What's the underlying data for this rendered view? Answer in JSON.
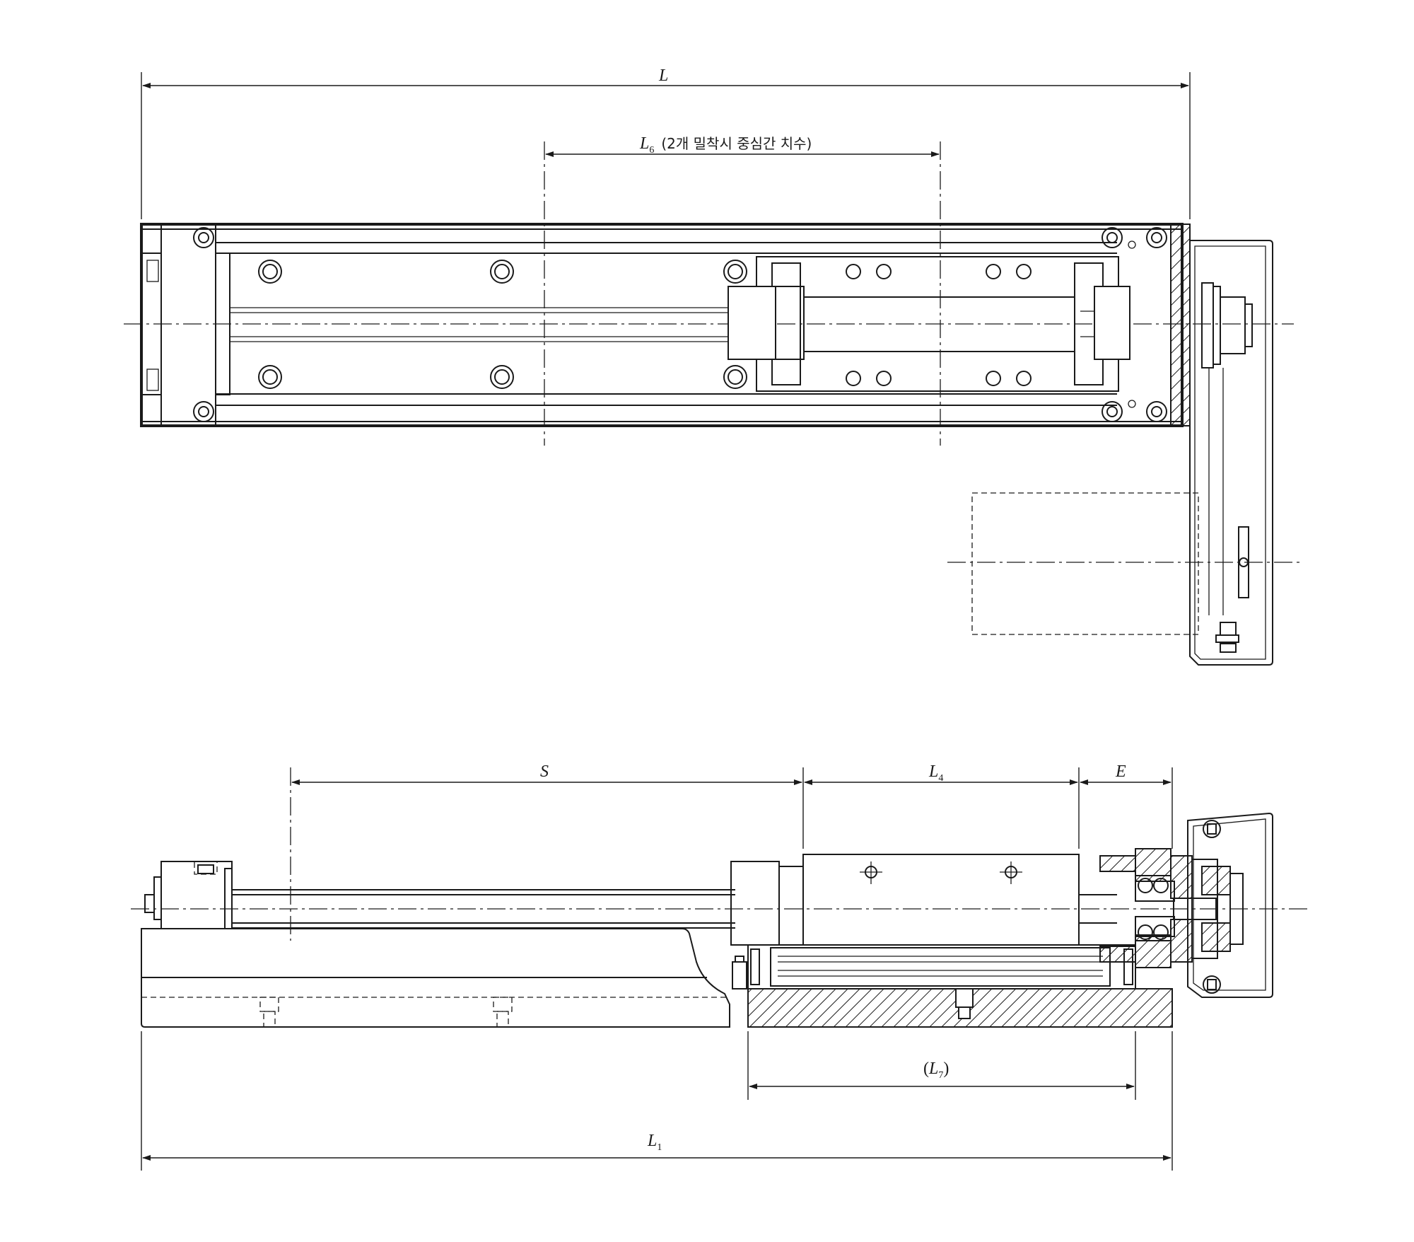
{
  "dimensions": {
    "L": {
      "main": "L"
    },
    "L6": {
      "main": "L",
      "sub": "6",
      "note": "(2개 밀착시 중심간 치수)"
    },
    "S": {
      "main": "S"
    },
    "L4": {
      "main": "L",
      "sub": "4"
    },
    "E": {
      "main": "E"
    },
    "L7": {
      "open": "(",
      "main": "L",
      "sub": "7",
      "close": ")"
    },
    "L1": {
      "main": "L",
      "sub": "1"
    }
  }
}
